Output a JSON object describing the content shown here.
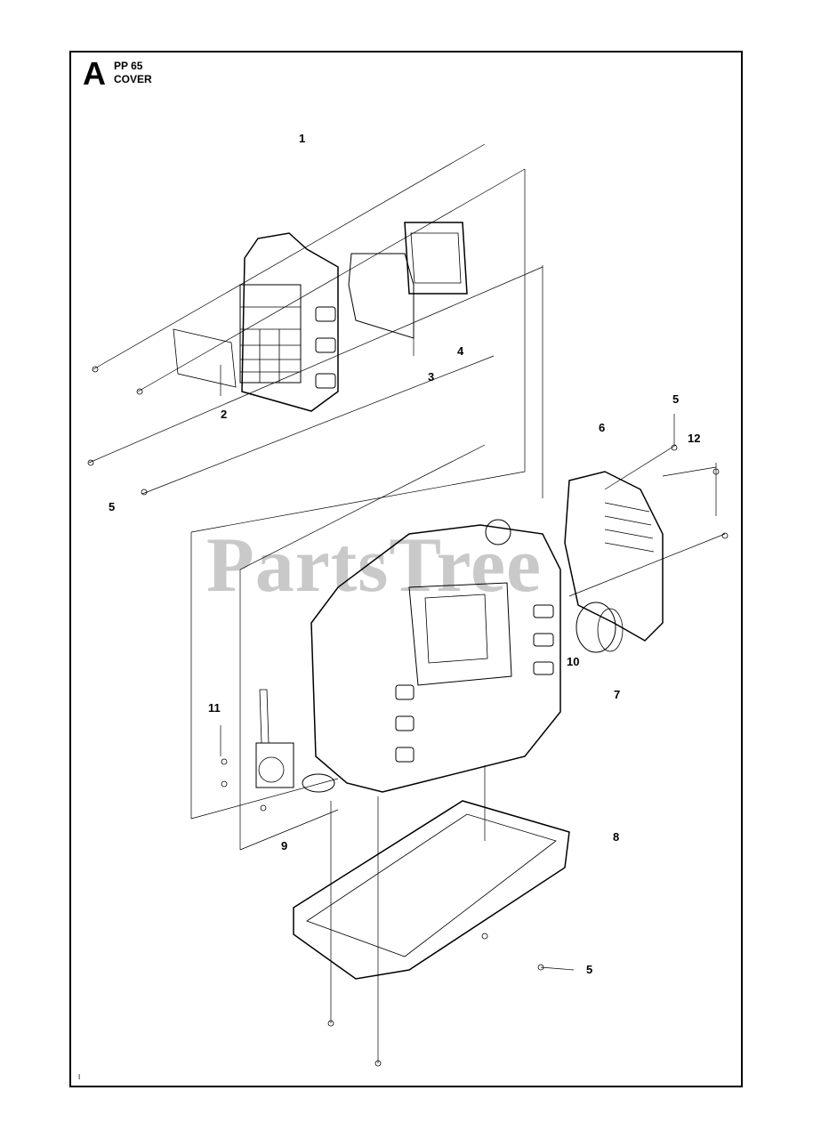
{
  "header": {
    "letter": "A",
    "model": "PP 65",
    "section": "COVER"
  },
  "watermark": "PartsTree",
  "callouts": [
    {
      "id": "c1",
      "text": "1"
    },
    {
      "id": "c2",
      "text": "2"
    },
    {
      "id": "c3",
      "text": "3"
    },
    {
      "id": "c4",
      "text": "4"
    },
    {
      "id": "c5a",
      "text": "5"
    },
    {
      "id": "c5b",
      "text": "5"
    },
    {
      "id": "c5c",
      "text": "5"
    },
    {
      "id": "c6",
      "text": "6"
    },
    {
      "id": "c7",
      "text": "7"
    },
    {
      "id": "c8",
      "text": "8"
    },
    {
      "id": "c9",
      "text": "9"
    },
    {
      "id": "c10",
      "text": "10"
    },
    {
      "id": "c11",
      "text": "11"
    },
    {
      "id": "c12",
      "text": "12"
    }
  ],
  "footer_mark": "I"
}
